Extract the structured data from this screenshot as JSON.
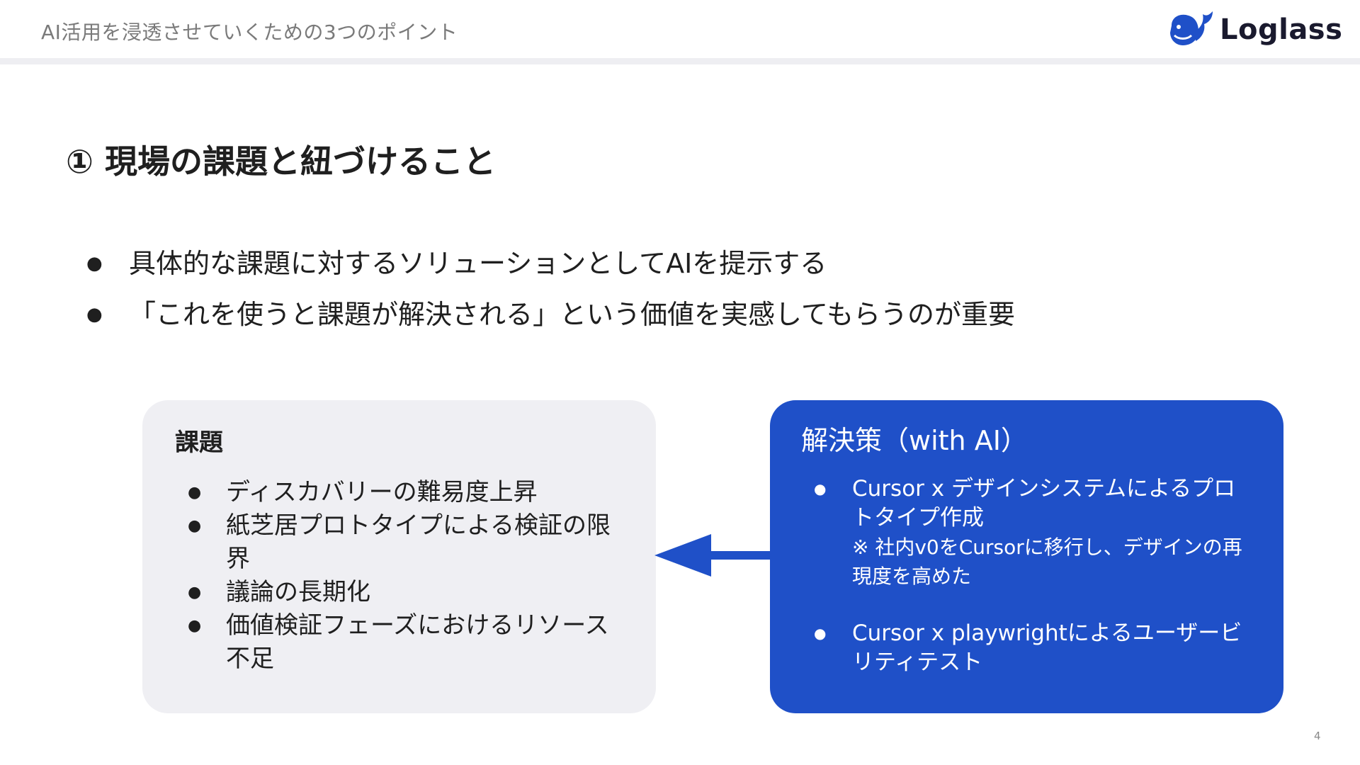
{
  "header": {
    "title": "AI活用を浸透させていくための3つのポイント",
    "logo_text": "Loglass"
  },
  "slide": {
    "title": "① 現場の課題と紐づけること",
    "bullets": [
      "具体的な課題に対するソリューションとしてAIを提示する",
      "「これを使うと課題が解決される」という価値を実感してもらうのが重要"
    ]
  },
  "problem_card": {
    "title": "課題",
    "items": [
      "ディスカバリーの難易度上昇",
      "紙芝居プロトタイプによる検証の限界",
      "議論の長期化",
      "価値検証フェーズにおけるリソース不足"
    ]
  },
  "solution_card": {
    "title": "解決策（with AI）",
    "items": [
      {
        "text": "Cursor x デザインシステムによるプロトタイプ作成",
        "note": "※ 社内v0をCursorに移行し、デザインの再現度を高めた"
      },
      {
        "text": "Cursor x playwrightによるユーザービリティテスト"
      }
    ]
  },
  "page_number": "4",
  "colors": {
    "accent_blue": "#1f50c8",
    "card_gray": "#efeff3",
    "header_text": "#7a7a7a"
  }
}
